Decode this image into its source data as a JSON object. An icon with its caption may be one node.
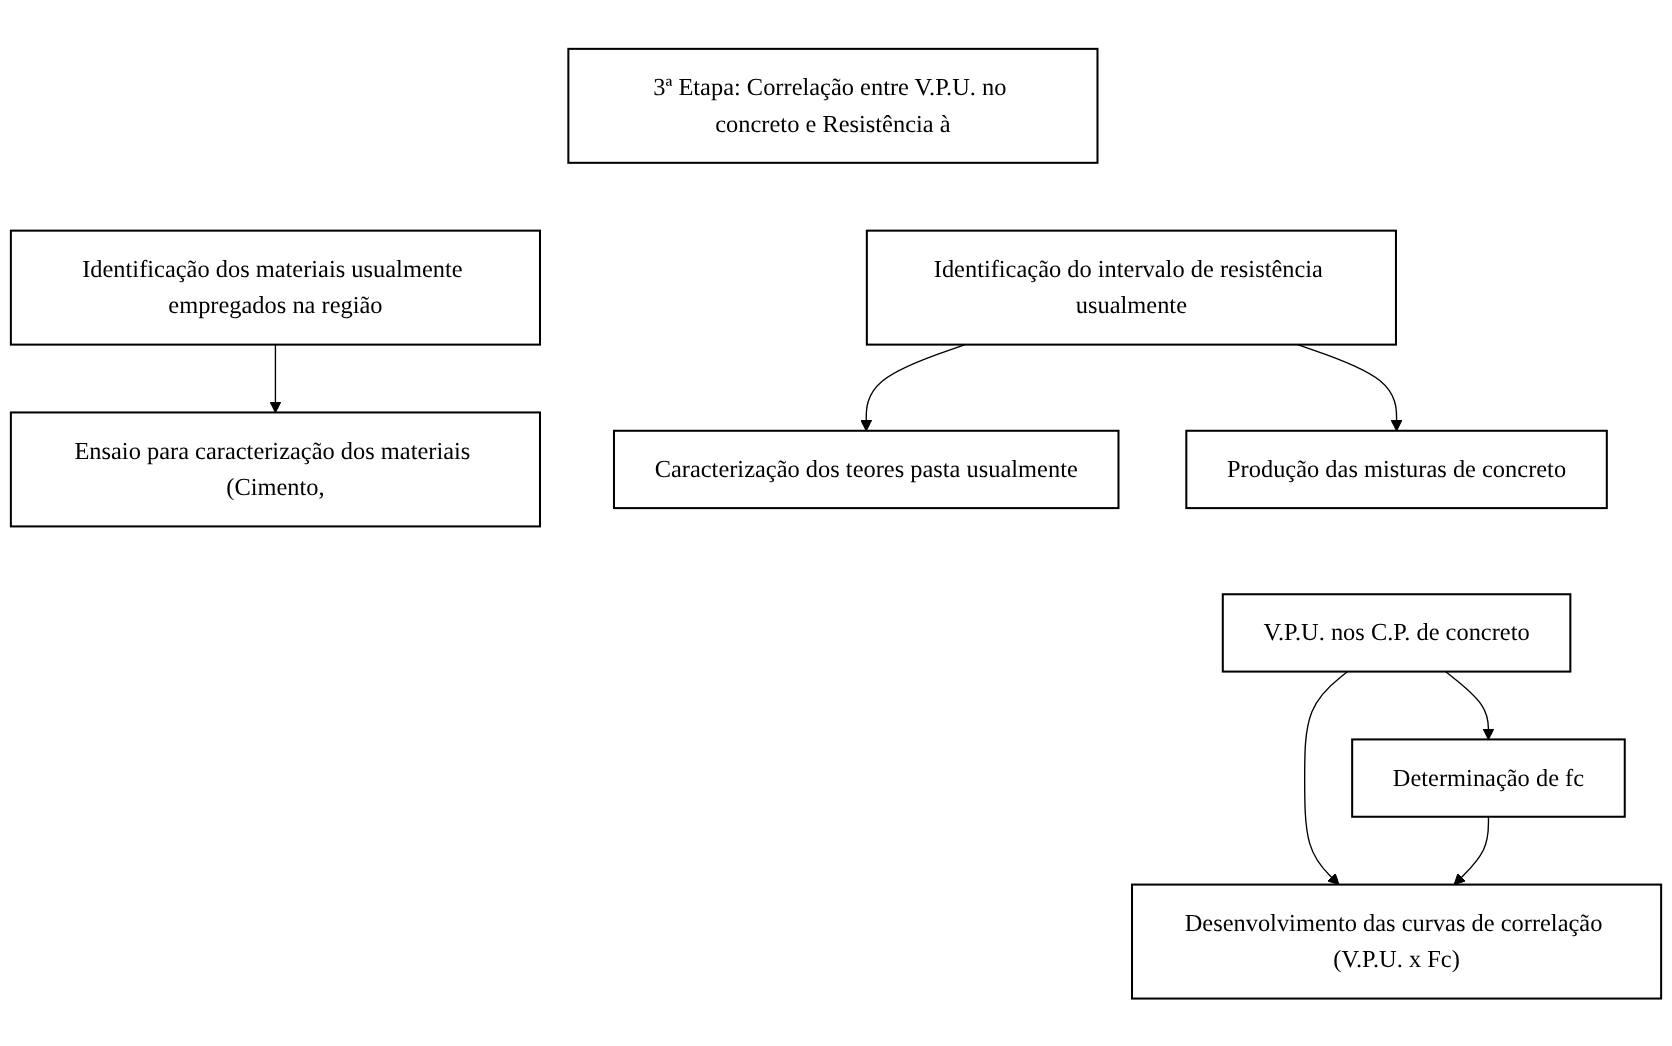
{
  "diagram": {
    "nodes": [
      {
        "text": [
          "3ª Etapa: Correlação entre V.P.U. no concreto e Resistência à"
        ]
      },
      {
        "text": [
          "Identificação dos materiais usualmente empregados na região"
        ]
      },
      {
        "text": [
          "Ensaio para caracterização dos materiais (Cimento,"
        ]
      },
      {
        "text": [
          "Identificação do intervalo de resistência usualmente"
        ]
      },
      {
        "text": [
          "Caracterização dos teores pasta usualmente"
        ]
      },
      {
        "text": [
          "Produção das misturas de concreto"
        ]
      },
      {
        "text": [
          "V.P.U. nos C.P. de concreto"
        ]
      },
      {
        "text": [
          "Determinação de fc"
        ]
      },
      {
        "text": [
          "Desenvolvimento das curvas de correlação (V.P.U. x Fc)"
        ]
      }
    ],
    "edges": [
      {
        "from": 1,
        "to": 2,
        "arrow": "to"
      },
      {
        "from": 3,
        "to": 4,
        "arrow": "to"
      },
      {
        "from": 3,
        "to": 5,
        "arrow": "to"
      },
      {
        "from": 6,
        "to": 7,
        "arrow": "to"
      },
      {
        "from": 6,
        "to": 8,
        "arrow": "to"
      },
      {
        "from": 7,
        "to": 8,
        "arrow": "to"
      }
    ]
  }
}
